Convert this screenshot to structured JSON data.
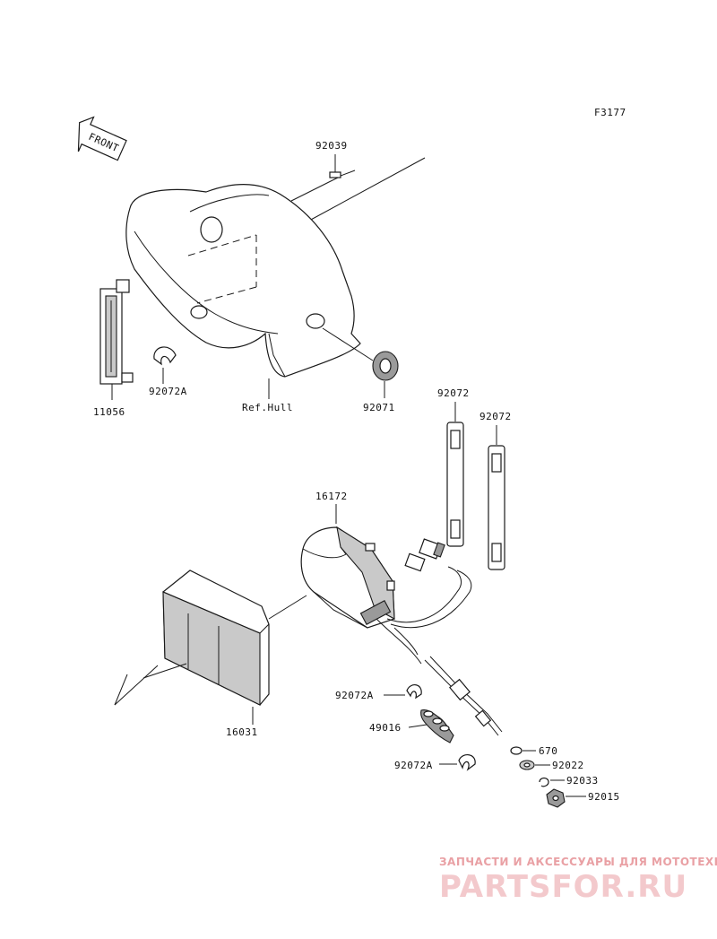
{
  "diagram_code": "F3177",
  "front_arrow_label": "FRONT",
  "labels": {
    "p92039": "92039",
    "p11056": "11056",
    "p92072A_top": "92072A",
    "ref_hull": "Ref.Hull",
    "p92071": "92071",
    "p92072_a": "92072",
    "p92072_b": "92072",
    "p16172": "16172",
    "p16031": "16031",
    "p92072A_mid": "92072A",
    "p49016": "49016",
    "p92072A_low": "92072A",
    "p670": "670",
    "p92022": "92022",
    "p92033": "92033",
    "p92015": "92015"
  },
  "watermark": {
    "tagline": "ЗАПЧАСТИ И АКСЕССУАРЫ ДЛЯ МОТОТЕХНИКИ",
    "logo": "PARTSFOR.RU"
  }
}
